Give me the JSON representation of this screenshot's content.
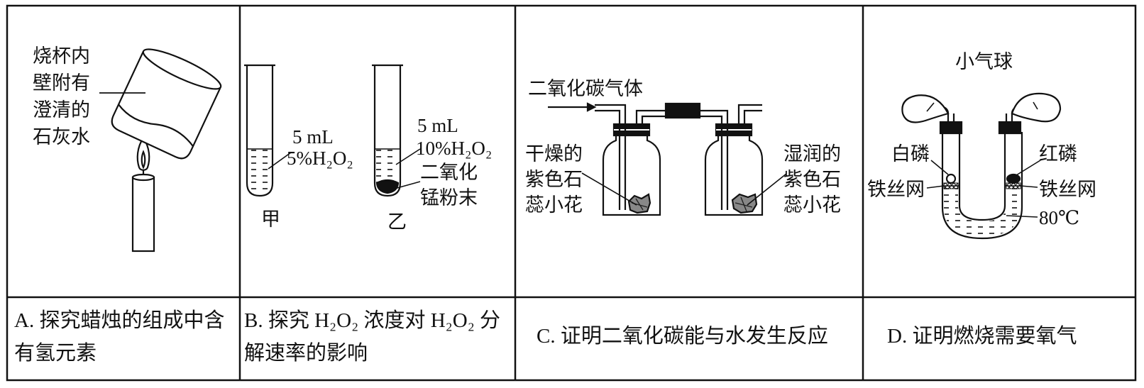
{
  "panels": {
    "a": {
      "beaker_label_lines": [
        "烧杯内",
        "壁附有",
        "澄清的",
        "石灰水"
      ],
      "caption_lines": [
        "A. 探究蜡烛的组成中含",
        "有氢元素"
      ]
    },
    "b": {
      "tube_jia": {
        "volume": "5 mL",
        "solution": "5%H₂O₂",
        "name": "甲"
      },
      "tube_yi": {
        "volume": "5 mL",
        "solution": "10%H₂O₂",
        "name": "乙",
        "solid_lines": [
          "二氧化",
          "锰粉末"
        ]
      },
      "caption_lines": [
        "B. 探究 H₂O₂ 浓度对 H₂O₂ 分",
        "解速率的影响"
      ]
    },
    "c": {
      "gas_label": "二氧化碳气体",
      "dry_flower_lines": [
        "干燥的",
        "紫色石",
        "蕊小花"
      ],
      "wet_flower_lines": [
        "湿润的",
        "紫色石",
        "蕊小花"
      ],
      "caption": "C. 证明二氧化碳能与水发生反应"
    },
    "d": {
      "balloon_label": "小气球",
      "white_phosphorus": "白磷",
      "red_phosphorus": "红磷",
      "wire_mesh_left": "铁丝网",
      "wire_mesh_right": "铁丝网",
      "temperature": "80℃",
      "caption": "D. 证明燃烧需要氧气"
    }
  }
}
